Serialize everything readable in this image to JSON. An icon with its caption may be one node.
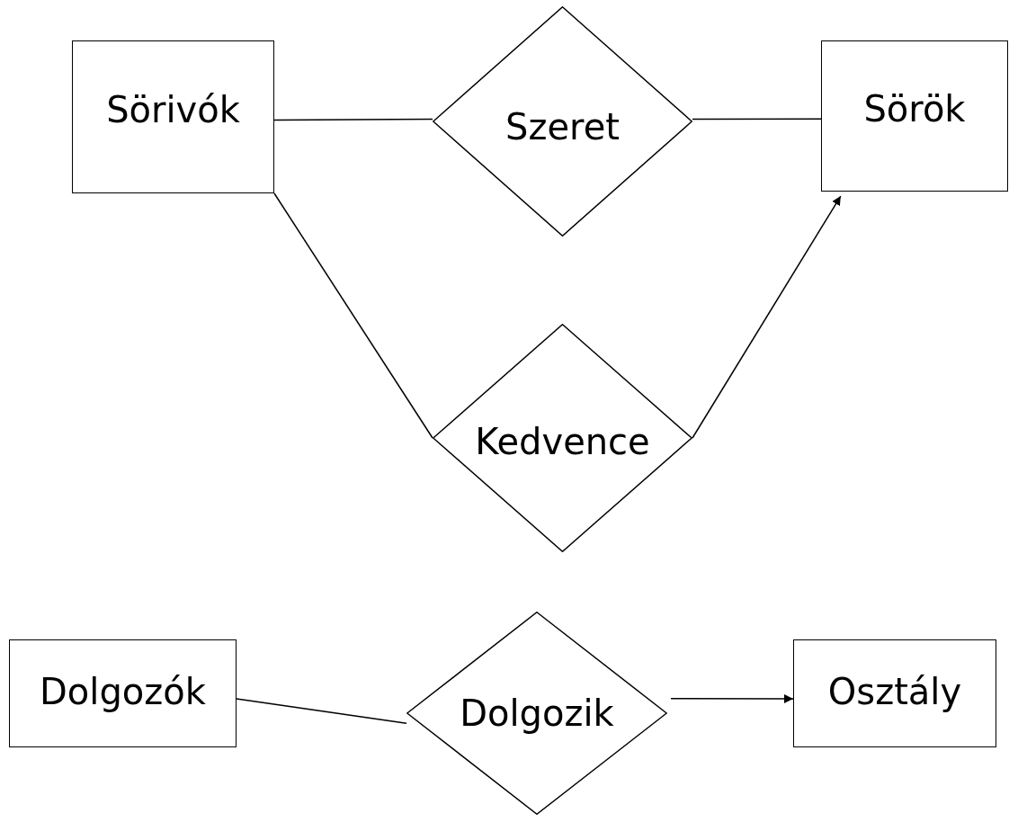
{
  "diagram": {
    "nodes": [
      {
        "text": [
          "Sörivók"
        ]
      },
      {
        "text": [
          "Szeret"
        ]
      },
      {
        "text": [
          "Sörök"
        ]
      },
      {
        "text": [
          "Kedvence"
        ]
      },
      {
        "text": [
          "Dolgozók"
        ]
      },
      {
        "text": [
          "Dolgozik"
        ]
      },
      {
        "text": [
          "Osztály"
        ]
      }
    ],
    "edges": [
      {
        "from": 0,
        "to": 1,
        "arrow": "none"
      },
      {
        "from": 1,
        "to": 2,
        "arrow": "none"
      },
      {
        "from": 0,
        "to": 3,
        "arrow": "none"
      },
      {
        "from": 3,
        "to": 2,
        "arrow": "to"
      },
      {
        "from": 4,
        "to": 5,
        "arrow": "none"
      },
      {
        "from": 5,
        "to": 6,
        "arrow": "to"
      }
    ]
  }
}
